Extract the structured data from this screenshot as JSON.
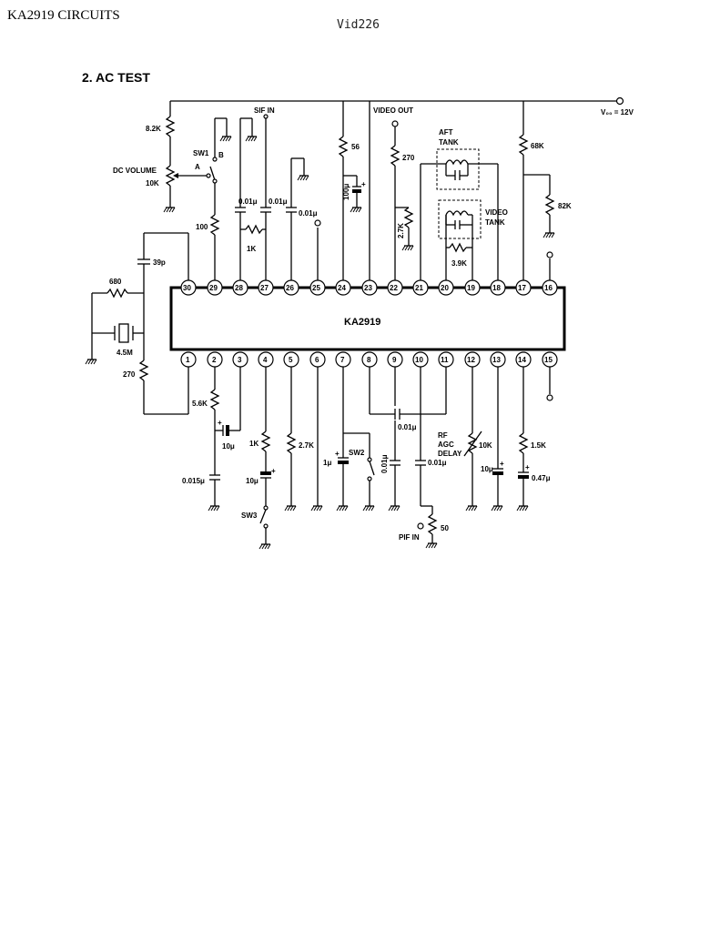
{
  "header": {
    "title": "KA2919 CIRCUITS",
    "code": "Vid226"
  },
  "section_title": "2. AC TEST",
  "chip_label": "KA2919",
  "vcc_label": "V₀₀ = 12V",
  "pins_top": [
    "30",
    "29",
    "28",
    "27",
    "26",
    "25",
    "24",
    "23",
    "22",
    "21",
    "20",
    "19",
    "18",
    "17",
    "16"
  ],
  "pins_bottom": [
    "1",
    "2",
    "3",
    "4",
    "5",
    "6",
    "7",
    "8",
    "9",
    "10",
    "11",
    "12",
    "13",
    "14",
    "15"
  ],
  "labels": {
    "r_8k2": "8.2K",
    "sw1": "SW1",
    "sw1_b": "B",
    "sw1_a": "A",
    "dc_volume": "DC VOLUME",
    "r_10k_vol": "10K",
    "r_100": "100",
    "sif_in": "SIF IN",
    "c_001_28": "0.01μ",
    "c_001_27": "0.01μ",
    "r_1k_top": "1K",
    "c_001_26": "0.01μ",
    "r_56": "56",
    "c_100u": "100μ",
    "video_out": "VIDEO OUT",
    "r_270_top": "270",
    "r_2k7_22": "2.7K",
    "aft_tank_1": "AFT",
    "aft_tank_2": "TANK",
    "video_tank_1": "VIDEO",
    "video_tank_2": "TANK",
    "r_3k9": "3.9K",
    "r_68k": "68K",
    "r_82k": "82K",
    "c_39p": "39p",
    "r_680": "680",
    "xtal": "4.5M",
    "r_270_left": "270",
    "r_5k6": "5.6K",
    "c_10u_2": "10μ",
    "c_0015": "0.015μ",
    "r_1k_4": "1K",
    "c_10u_4": "10μ",
    "sw3": "SW3",
    "r_2k7_5": "2.7K",
    "c_1u": "1μ",
    "sw2": "SW2",
    "c_001_9": "0.01μ",
    "c_001_8_11": "0.01μ",
    "c_001_10": "0.01μ",
    "pif_in": "PIF IN",
    "r_50": "50",
    "rf_agc_1": "RF",
    "rf_agc_2": "AGC",
    "rf_agc_3": "DELAY",
    "r_10k_12": "10K",
    "c_10u_13": "10μ",
    "r_1k5": "1.5K",
    "c_047u": "0.47μ"
  }
}
